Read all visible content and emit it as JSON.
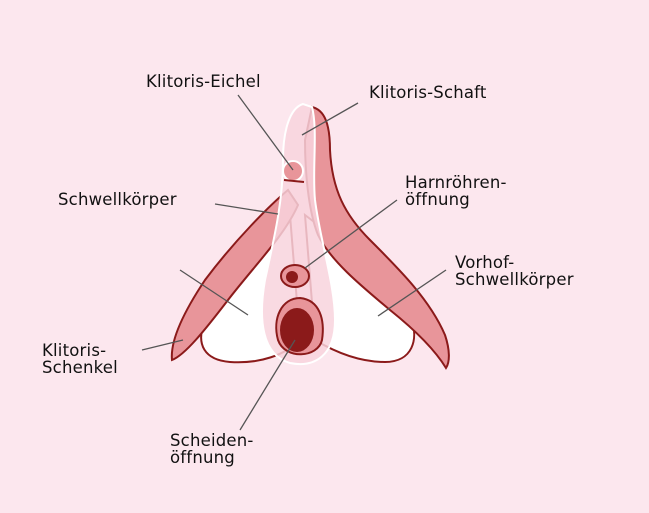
{
  "title": "Klitoris anatomy diagram",
  "colors": {
    "background": "#fce7ee",
    "erectile_tissue": "#e8959a",
    "outline": "#8b1a1a",
    "shaft_overlay": "#f8d3dd",
    "bulb": "#ffffff",
    "leader_line": "#555555"
  },
  "labels": {
    "glans": "Klitoris-Eichel",
    "shaft": "Klitoris-Schaft",
    "corpus": "Schwellkörper",
    "urethra_1": "Harnröhren-",
    "urethra_2": "öffnung",
    "vestibular_1": "Vorhof-",
    "vestibular_2": "Schwellkörper",
    "crus_1": "Klitoris-",
    "crus_2": "Schenkel",
    "vagina_1": "Scheiden-",
    "vagina_2": "öffnung"
  }
}
